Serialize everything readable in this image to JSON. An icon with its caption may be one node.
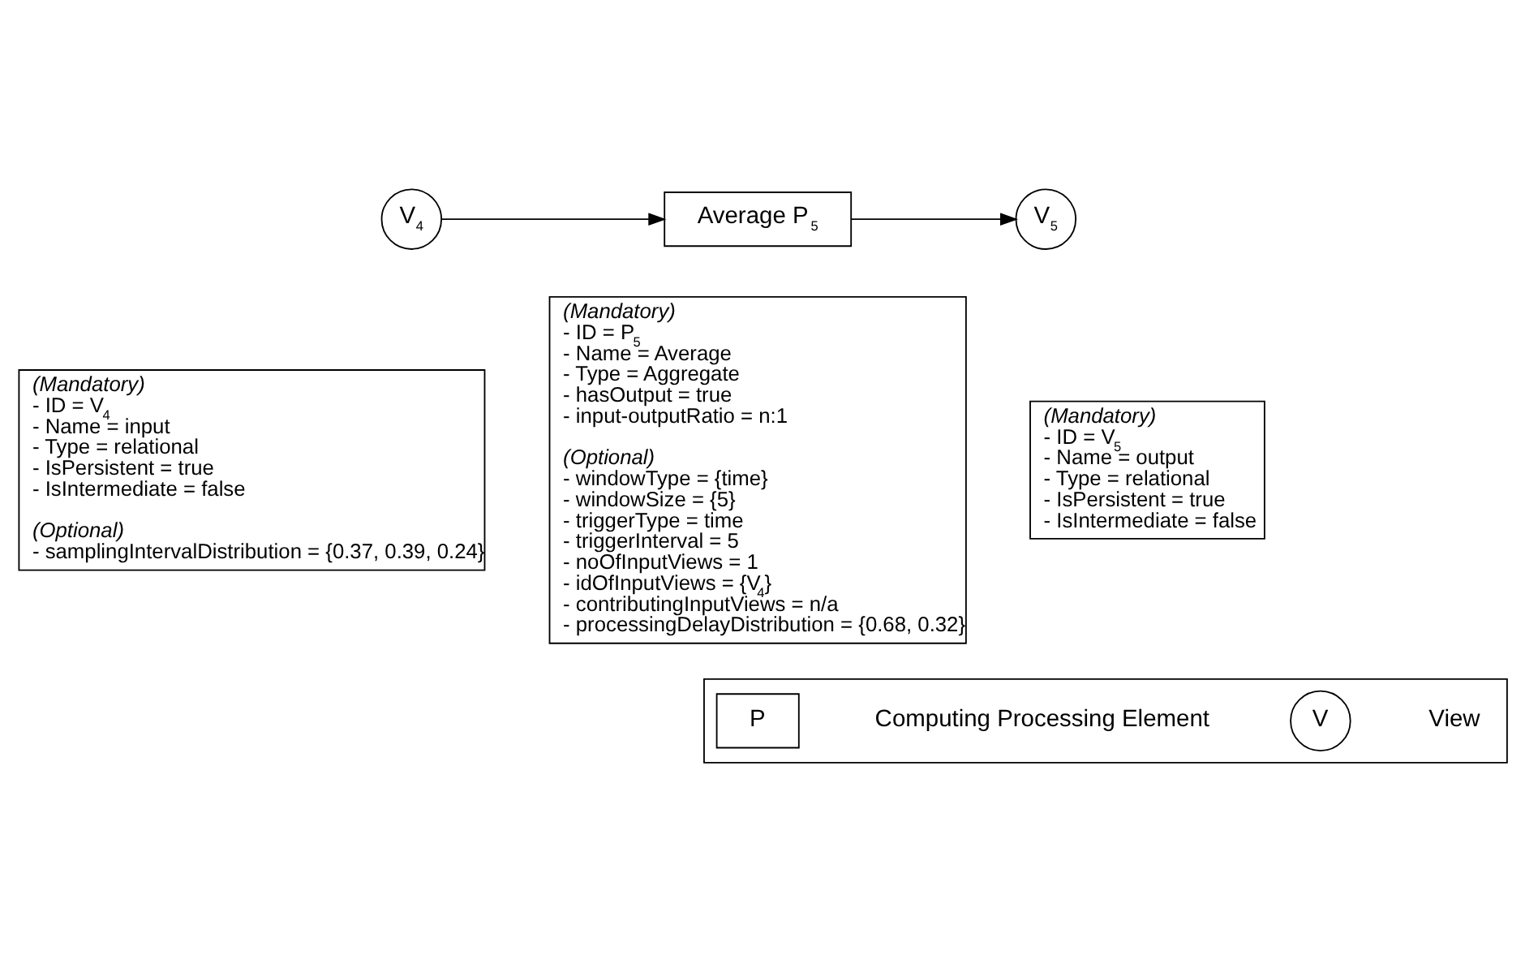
{
  "diagram": {
    "nodes": [
      {
        "text": [
          "V$_{4}$"
        ]
      },
      {
        "text": [
          "Average P$_{5}$"
        ]
      },
      {
        "text": [
          "V$_{5}$"
        ]
      },
      {
        "text": [
          "(Mandatory)",
          "- ID = V$_{4}$",
          "- Name = input",
          "- Type = relational",
          "- IsPersistent = true",
          "- IsIntermediate = false",
          "(Optional)",
          "- samplingIntervalDistribution = {0.37, 0.39, 0.24}"
        ]
      },
      {
        "text": [
          "(Mandatory)",
          "- ID = P$_{5}$",
          "- Name = Average",
          "- Type = Aggregate",
          "- hasOutput = true",
          "- input-outputRatio = n:1",
          "(Optional)",
          "- windowType = {time}",
          "- windowSize = {5}",
          "- triggerType = time",
          "- triggerInterval = 5",
          "- noOfInputViews = 1",
          "- idOfInputViews = {V$_{4}$}",
          "- contributingInputViews = n/a",
          "- processingDelayDistribution = {0.68, 0.32}"
        ]
      },
      {
        "text": [
          "(Mandatory)",
          "- ID = V$_{5}$",
          "- Name = output",
          "- Type = relational",
          "- IsPersistent = true",
          "- IsIntermediate = false"
        ]
      },
      {
        "text": [],
        "shape": "box"
      },
      {
        "text": [
          "P"
        ],
        "in": 6
      },
      {
        "text": [
          "V"
        ],
        "in": 6
      }
    ],
    "edges": [
      {
        "from": 0,
        "to": 1,
        "arrow": "to"
      },
      {
        "from": 1,
        "to": 2,
        "arrow": "to"
      }
    ],
    "legend": [
      {
        "text": "Computing Processing Element"
      },
      {
        "text": "View"
      }
    ]
  }
}
